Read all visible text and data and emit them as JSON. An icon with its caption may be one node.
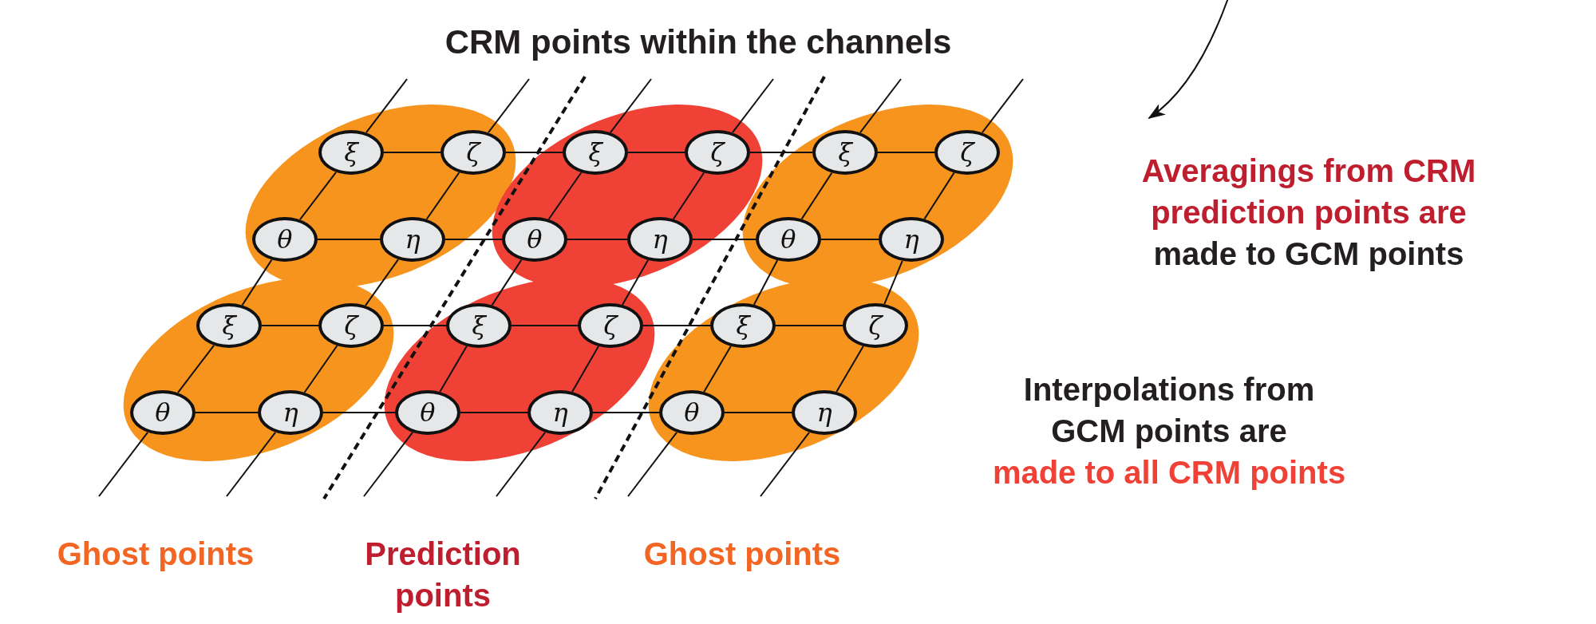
{
  "diagram": {
    "nodes": [
      {
        "text": [],
        "shape": "ellipse"
      },
      {
        "text": [
          "ξ"
        ],
        "in": 0
      },
      {
        "text": [
          "ζ"
        ],
        "in": 0
      },
      {
        "text": [
          "θ"
        ],
        "in": 0
      },
      {
        "text": [
          "η"
        ],
        "in": 0
      },
      {
        "text": [],
        "shape": "ellipse"
      },
      {
        "text": [
          "ξ"
        ],
        "in": 5
      },
      {
        "text": [
          "ζ"
        ],
        "in": 5
      },
      {
        "text": [
          "θ"
        ],
        "in": 5
      },
      {
        "text": [
          "η"
        ],
        "in": 5
      },
      {
        "text": [],
        "shape": "ellipse"
      },
      {
        "text": [
          "ξ"
        ],
        "in": 10
      },
      {
        "text": [
          "ζ"
        ],
        "in": 10
      },
      {
        "text": [
          "θ"
        ],
        "in": 10
      },
      {
        "text": [
          "η"
        ],
        "in": 10
      },
      {
        "text": [],
        "shape": "ellipse"
      },
      {
        "text": [
          "ξ"
        ],
        "in": 15
      },
      {
        "text": [
          "ζ"
        ],
        "in": 15
      },
      {
        "text": [
          "θ"
        ],
        "in": 15
      },
      {
        "text": [
          "η"
        ],
        "in": 15
      },
      {
        "text": [],
        "shape": "ellipse"
      },
      {
        "text": [
          "ξ"
        ],
        "in": 20
      },
      {
        "text": [
          "ζ"
        ],
        "in": 20
      },
      {
        "text": [
          "θ"
        ],
        "in": 20
      },
      {
        "text": [
          "η"
        ],
        "in": 20
      },
      {
        "text": [],
        "shape": "ellipse"
      },
      {
        "text": [
          "ξ"
        ],
        "in": 25
      },
      {
        "text": [
          "ζ"
        ],
        "in": 25
      },
      {
        "text": [
          "θ"
        ],
        "in": 25
      },
      {
        "text": [
          "η"
        ],
        "in": 25
      },
      {
        "text": [
          "Averagings from CRM prediction points are",
          "made to GCM points"
        ]
      }
    ],
    "edges": [
      {
        "from": 1,
        "to": 2,
        "arrow": "none"
      },
      {
        "from": 2,
        "to": 6,
        "arrow": "none"
      },
      {
        "from": 6,
        "to": 7,
        "arrow": "none"
      },
      {
        "from": 7,
        "to": 11,
        "arrow": "none"
      },
      {
        "from": 11,
        "to": 12,
        "arrow": "none"
      },
      {
        "from": 3,
        "to": 4,
        "arrow": "none"
      },
      {
        "from": 4,
        "to": 8,
        "arrow": "none"
      },
      {
        "from": 8,
        "to": 9,
        "arrow": "none"
      },
      {
        "from": 9,
        "to": 13,
        "arrow": "none"
      },
      {
        "from": 13,
        "to": 14,
        "arrow": "none"
      },
      {
        "from": 16,
        "to": 17,
        "arrow": "none"
      },
      {
        "from": 17,
        "to": 21,
        "arrow": "none"
      },
      {
        "from": 21,
        "to": 22,
        "arrow": "none"
      },
      {
        "from": 22,
        "to": 26,
        "arrow": "none"
      },
      {
        "from": 26,
        "to": 27,
        "arrow": "none"
      },
      {
        "from": 18,
        "to": 19,
        "arrow": "none"
      },
      {
        "from": 19,
        "to": 23,
        "arrow": "none"
      },
      {
        "from": 23,
        "to": 24,
        "arrow": "none"
      },
      {
        "from": 24,
        "to": 28,
        "arrow": "none"
      },
      {
        "from": 28,
        "to": 29,
        "arrow": "none"
      },
      {
        "from": 1,
        "to": 3,
        "arrow": "none"
      },
      {
        "from": 2,
        "to": 4,
        "arrow": "none"
      },
      {
        "from": 6,
        "to": 8,
        "arrow": "none"
      },
      {
        "from": 7,
        "to": 9,
        "arrow": "none"
      },
      {
        "from": 11,
        "to": 13,
        "arrow": "none"
      },
      {
        "from": 12,
        "to": 14,
        "arrow": "none"
      },
      {
        "from": 3,
        "to": 16,
        "arrow": "none"
      },
      {
        "from": 4,
        "to": 17,
        "arrow": "none"
      },
      {
        "from": 8,
        "to": 21,
        "arrow": "none"
      },
      {
        "from": 9,
        "to": 22,
        "arrow": "none"
      },
      {
        "from": 13,
        "to": 26,
        "arrow": "none"
      },
      {
        "from": 14,
        "to": 27,
        "arrow": "none"
      },
      {
        "from": 16,
        "to": 18,
        "arrow": "none"
      },
      {
        "from": 17,
        "to": 19,
        "arrow": "none"
      },
      {
        "from": 21,
        "to": 23,
        "arrow": "none"
      },
      {
        "from": 22,
        "to": 24,
        "arrow": "none"
      },
      {
        "from": 26,
        "to": 28,
        "arrow": "none"
      },
      {
        "from": 27,
        "to": 29,
        "arrow": "none"
      },
      {
        "from": null,
        "to": 1,
        "arrow": "none"
      },
      {
        "from": null,
        "to": 2,
        "arrow": "none"
      },
      {
        "from": null,
        "to": 6,
        "arrow": "none"
      },
      {
        "from": null,
        "to": 7,
        "arrow": "none"
      },
      {
        "from": null,
        "to": 11,
        "arrow": "none"
      },
      {
        "from": null,
        "to": 12,
        "arrow": "none"
      },
      {
        "from": 18,
        "to": null,
        "arrow": "none"
      },
      {
        "from": 19,
        "to": null,
        "arrow": "none"
      },
      {
        "from": 23,
        "to": null,
        "arrow": "none"
      },
      {
        "from": 24,
        "to": null,
        "arrow": "none"
      },
      {
        "from": 28,
        "to": null,
        "arrow": "none"
      },
      {
        "from": 29,
        "to": null,
        "arrow": "none"
      },
      {
        "from": null,
        "to": 30,
        "arrow": "to"
      }
    ],
    "labels": [
      "CRM points within the channels",
      "Interpolations from GCM points are",
      "made to all CRM points",
      "Ghost points",
      "Prediction points",
      "Ghost points"
    ]
  }
}
